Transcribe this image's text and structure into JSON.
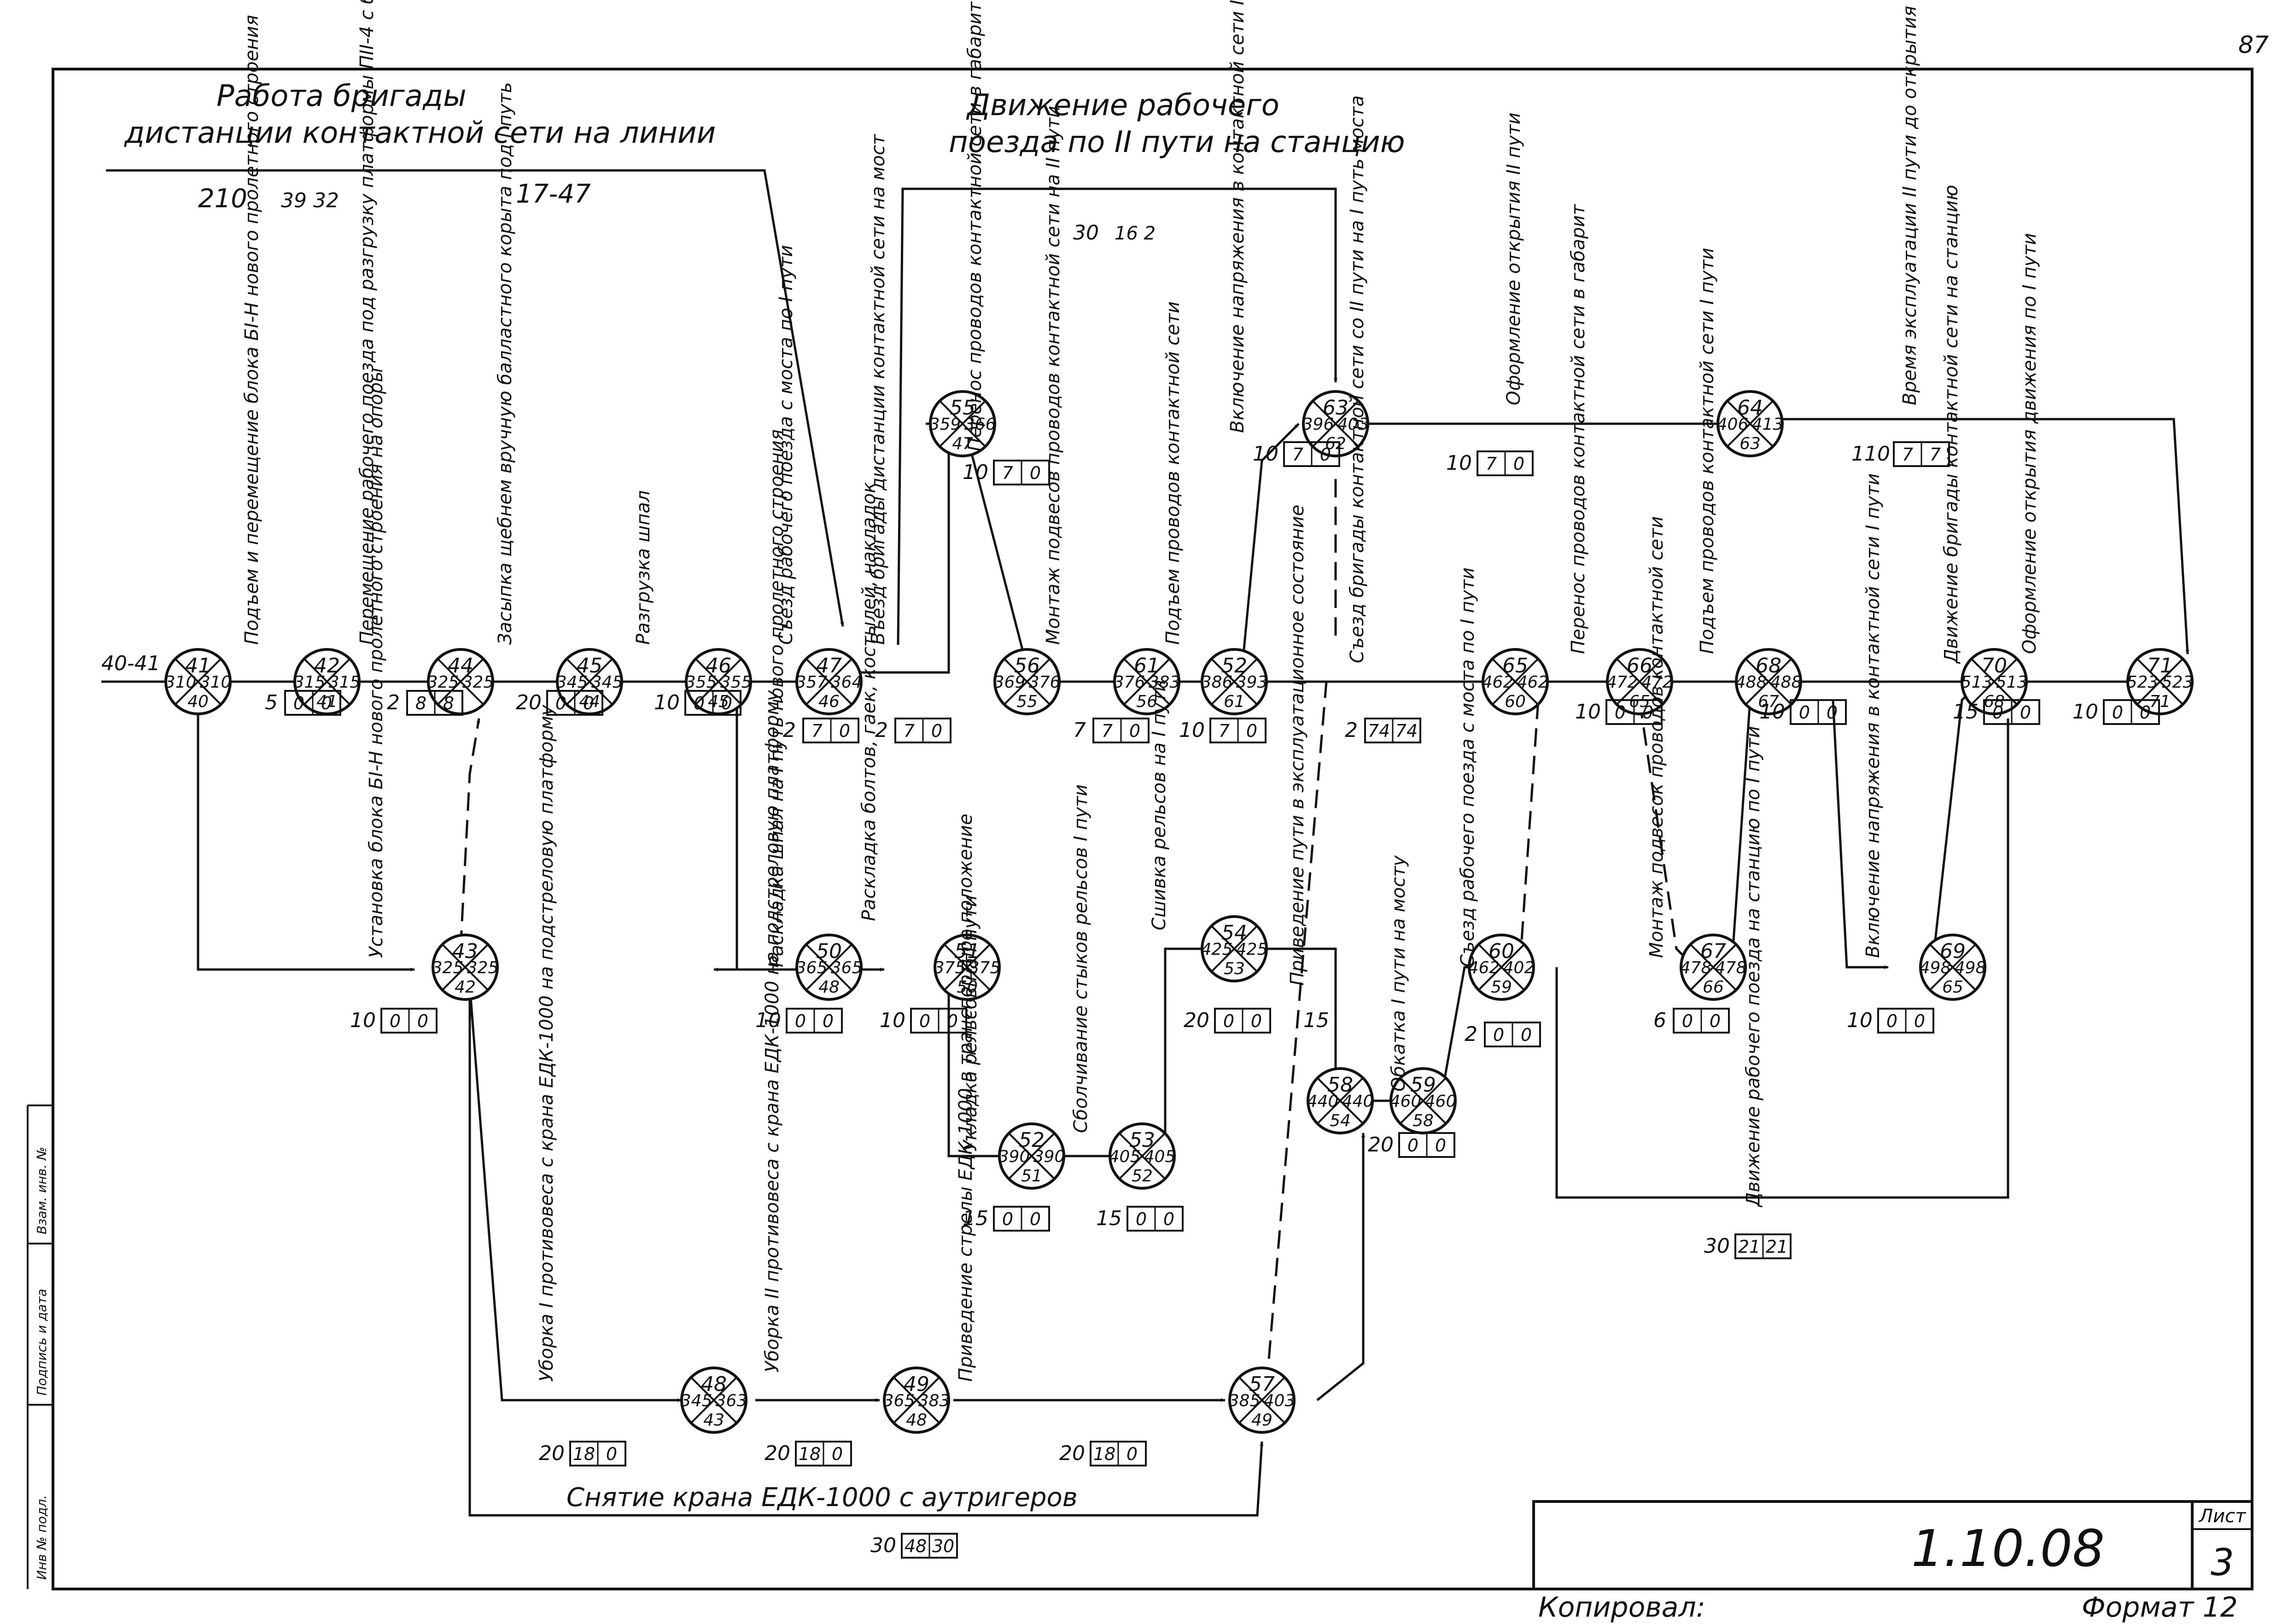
{
  "page_number": "87",
  "headers": {
    "brigade_line1": "Работа бригады",
    "brigade_line2": "дистанции   контактной сети на линии",
    "train_line1": "Движение рабочего",
    "train_line2": "поезда  по II пути на станцию",
    "note_210": "210",
    "note_210_box": "39 32",
    "note_1747": "17-47",
    "note_30": "30",
    "note_30_box": "16 2",
    "entry": "40-41"
  },
  "nodes": [
    {
      "id": "41",
      "l": "310",
      "r": "310",
      "b": "40"
    },
    {
      "id": "42",
      "l": "315",
      "r": "315",
      "b": "41"
    },
    {
      "id": "44",
      "l": "325",
      "r": "325",
      "b": ""
    },
    {
      "id": "45",
      "l": "345",
      "r": "345",
      "b": "44"
    },
    {
      "id": "46",
      "l": "355",
      "r": "355",
      "b": "45"
    },
    {
      "id": "47",
      "l": "357",
      "r": "364",
      "b": "46"
    },
    {
      "id": "55",
      "l": "359",
      "r": "366",
      "b": "47"
    },
    {
      "id": "56",
      "l": "369",
      "r": "376",
      "b": "55"
    },
    {
      "id": "61",
      "l": "376",
      "r": "383",
      "b": "56"
    },
    {
      "id": "52",
      "l": "386",
      "r": "393",
      "b": "61"
    },
    {
      "id": "63",
      "l": "396",
      "r": "403",
      "b": "62"
    },
    {
      "id": "64",
      "l": "406",
      "r": "413",
      "b": "63"
    },
    {
      "id": "65",
      "l": "462",
      "r": "462",
      "b": "60"
    },
    {
      "id": "66",
      "l": "472",
      "r": "472",
      "b": "65"
    },
    {
      "id": "68",
      "l": "488",
      "r": "488",
      "b": "67"
    },
    {
      "id": "70",
      "l": "513",
      "r": "513",
      "b": "68"
    },
    {
      "id": "71",
      "l": "523",
      "r": "523",
      "b": "71"
    },
    {
      "id": "43",
      "l": "325",
      "r": "325",
      "b": "42"
    },
    {
      "id": "50",
      "l": "365",
      "r": "365",
      "b": "48"
    },
    {
      "id": "51",
      "l": "375",
      "r": "375",
      "b": "50"
    },
    {
      "id": "52",
      "l": "390",
      "r": "390",
      "b": "51"
    },
    {
      "id": "53",
      "l": "405",
      "r": "405",
      "b": "52"
    },
    {
      "id": "54",
      "l": "425",
      "r": "425",
      "b": "53"
    },
    {
      "id": "58",
      "l": "440",
      "r": "440",
      "b": "54"
    },
    {
      "id": "59",
      "l": "460",
      "r": "460",
      "b": "58"
    },
    {
      "id": "60",
      "l": "462",
      "r": "402",
      "b": "59"
    },
    {
      "id": "67",
      "l": "478",
      "r": "478",
      "b": "66"
    },
    {
      "id": "69",
      "l": "498",
      "r": "498",
      "b": "65"
    },
    {
      "id": "48",
      "l": "345",
      "r": "363",
      "b": "43"
    },
    {
      "id": "49",
      "l": "365",
      "r": "383",
      "b": "48"
    },
    {
      "id": "57",
      "l": "385",
      "r": "403",
      "b": "49"
    }
  ],
  "edge_labels": [
    "Подъем и перемещение блока БI-Н нового пролетного строения",
    "Перемещение рабочего поезда под разгрузку платформы ПII-4 с балластом",
    "Засыпка щебнем вручную балластного корыта под I путь",
    "Разгрузка шпал",
    "Съезд рабочего поезда с моста по I пути",
    "Въезд бригады дистанции контактной сети на мост",
    "Перенос проводов контактной сети в габарит",
    "Монтаж подвесов проводов контактной сети на II пути",
    "Подъем проводов контактной сети",
    "Включение напряжения в контактной сети II пути",
    "Оформление открытия II пути",
    "Время эксплуатации II пути до открытия I пути",
    "Съезд бригады контактной сети со II пути на I путь моста",
    "Перенос проводов контактной сети в габарит",
    "Подъем проводов контактной сети I пути",
    "Движение бригады контактной сети на станцию",
    "Оформление открытия движения по I пути",
    "Установка блока БI-Н нового пролетного строения на опоры",
    "Раскладка шпал на I путь нового пролетного строения",
    "Раскладка болтов, гаек, костылей, накладок",
    "Укладка рельсов на I пути",
    "Сболчивание стыков рельсов I пути",
    "Сшивка рельсов на I пути",
    "Приведение пути в эксплуатационное состояние",
    "Обкатка I пути на мосту",
    "Съезд рабочего поезда с моста по I пути",
    "Монтаж подвесок проводов контактной сети",
    "Включение напряжения в контактной сети I пути",
    "Движение рабочего поезда на станцию по I пути",
    "Уборка I противовеса с крана ЕДК-1000 на подстреловую платформу",
    "Уборка II противовеса с крана ЕДК-1000 на подстреловую платформу",
    "Приведение стрелы ЕДК-1000 в транспортное положение",
    "Снятие крана ЕДК-1000 с аутригеров"
  ],
  "durations": [
    {
      "t": "5",
      "box": "0 0"
    },
    {
      "t": "2",
      "box": "8 8"
    },
    {
      "t": "20",
      "box": "0 0"
    },
    {
      "t": "10",
      "box": "0 0"
    },
    {
      "t": "2",
      "box": "7 0"
    },
    {
      "t": "2",
      "box": "7 0"
    },
    {
      "t": "10",
      "box": "7 0"
    },
    {
      "t": "7",
      "box": "7 0"
    },
    {
      "t": "10",
      "box": "7 0"
    },
    {
      "t": "10",
      "box": "7 0"
    },
    {
      "t": "10",
      "box": "7 0"
    },
    {
      "t": "110",
      "box": "7 7"
    },
    {
      "t": "2",
      "box": "74 74"
    },
    {
      "t": "10",
      "box": "0 0"
    },
    {
      "t": "10",
      "box": "0 0"
    },
    {
      "t": "15",
      "box": "0 0"
    },
    {
      "t": "10",
      "box": "0 0"
    },
    {
      "t": "10",
      "box": "0 0"
    },
    {
      "t": "10",
      "box": "0 0"
    },
    {
      "t": "10",
      "box": "0 0"
    },
    {
      "t": "15",
      "box": "0 0"
    },
    {
      "t": "15",
      "box": "0 0"
    },
    {
      "t": "20",
      "box": "0 0"
    },
    {
      "t": "15",
      "box": ""
    },
    {
      "t": "20",
      "box": "0 0"
    },
    {
      "t": "2",
      "box": "0 0"
    },
    {
      "t": "6",
      "box": "0 0"
    },
    {
      "t": "10",
      "box": "0 0"
    },
    {
      "t": "30",
      "box": "21 21"
    },
    {
      "t": "20",
      "box": "18 0"
    },
    {
      "t": "20",
      "box": "18 0"
    },
    {
      "t": "20",
      "box": "18 0"
    },
    {
      "t": "30",
      "box": "48 30"
    }
  ],
  "title_block": {
    "code": "1.10.08",
    "sheet_label": "Лист",
    "sheet_no": "3",
    "copied": "Копировал:",
    "format": "Формат 12"
  },
  "side_stamp": [
    "Инв № подл.",
    "Подпись и дата",
    "Взам. инв. №"
  ]
}
